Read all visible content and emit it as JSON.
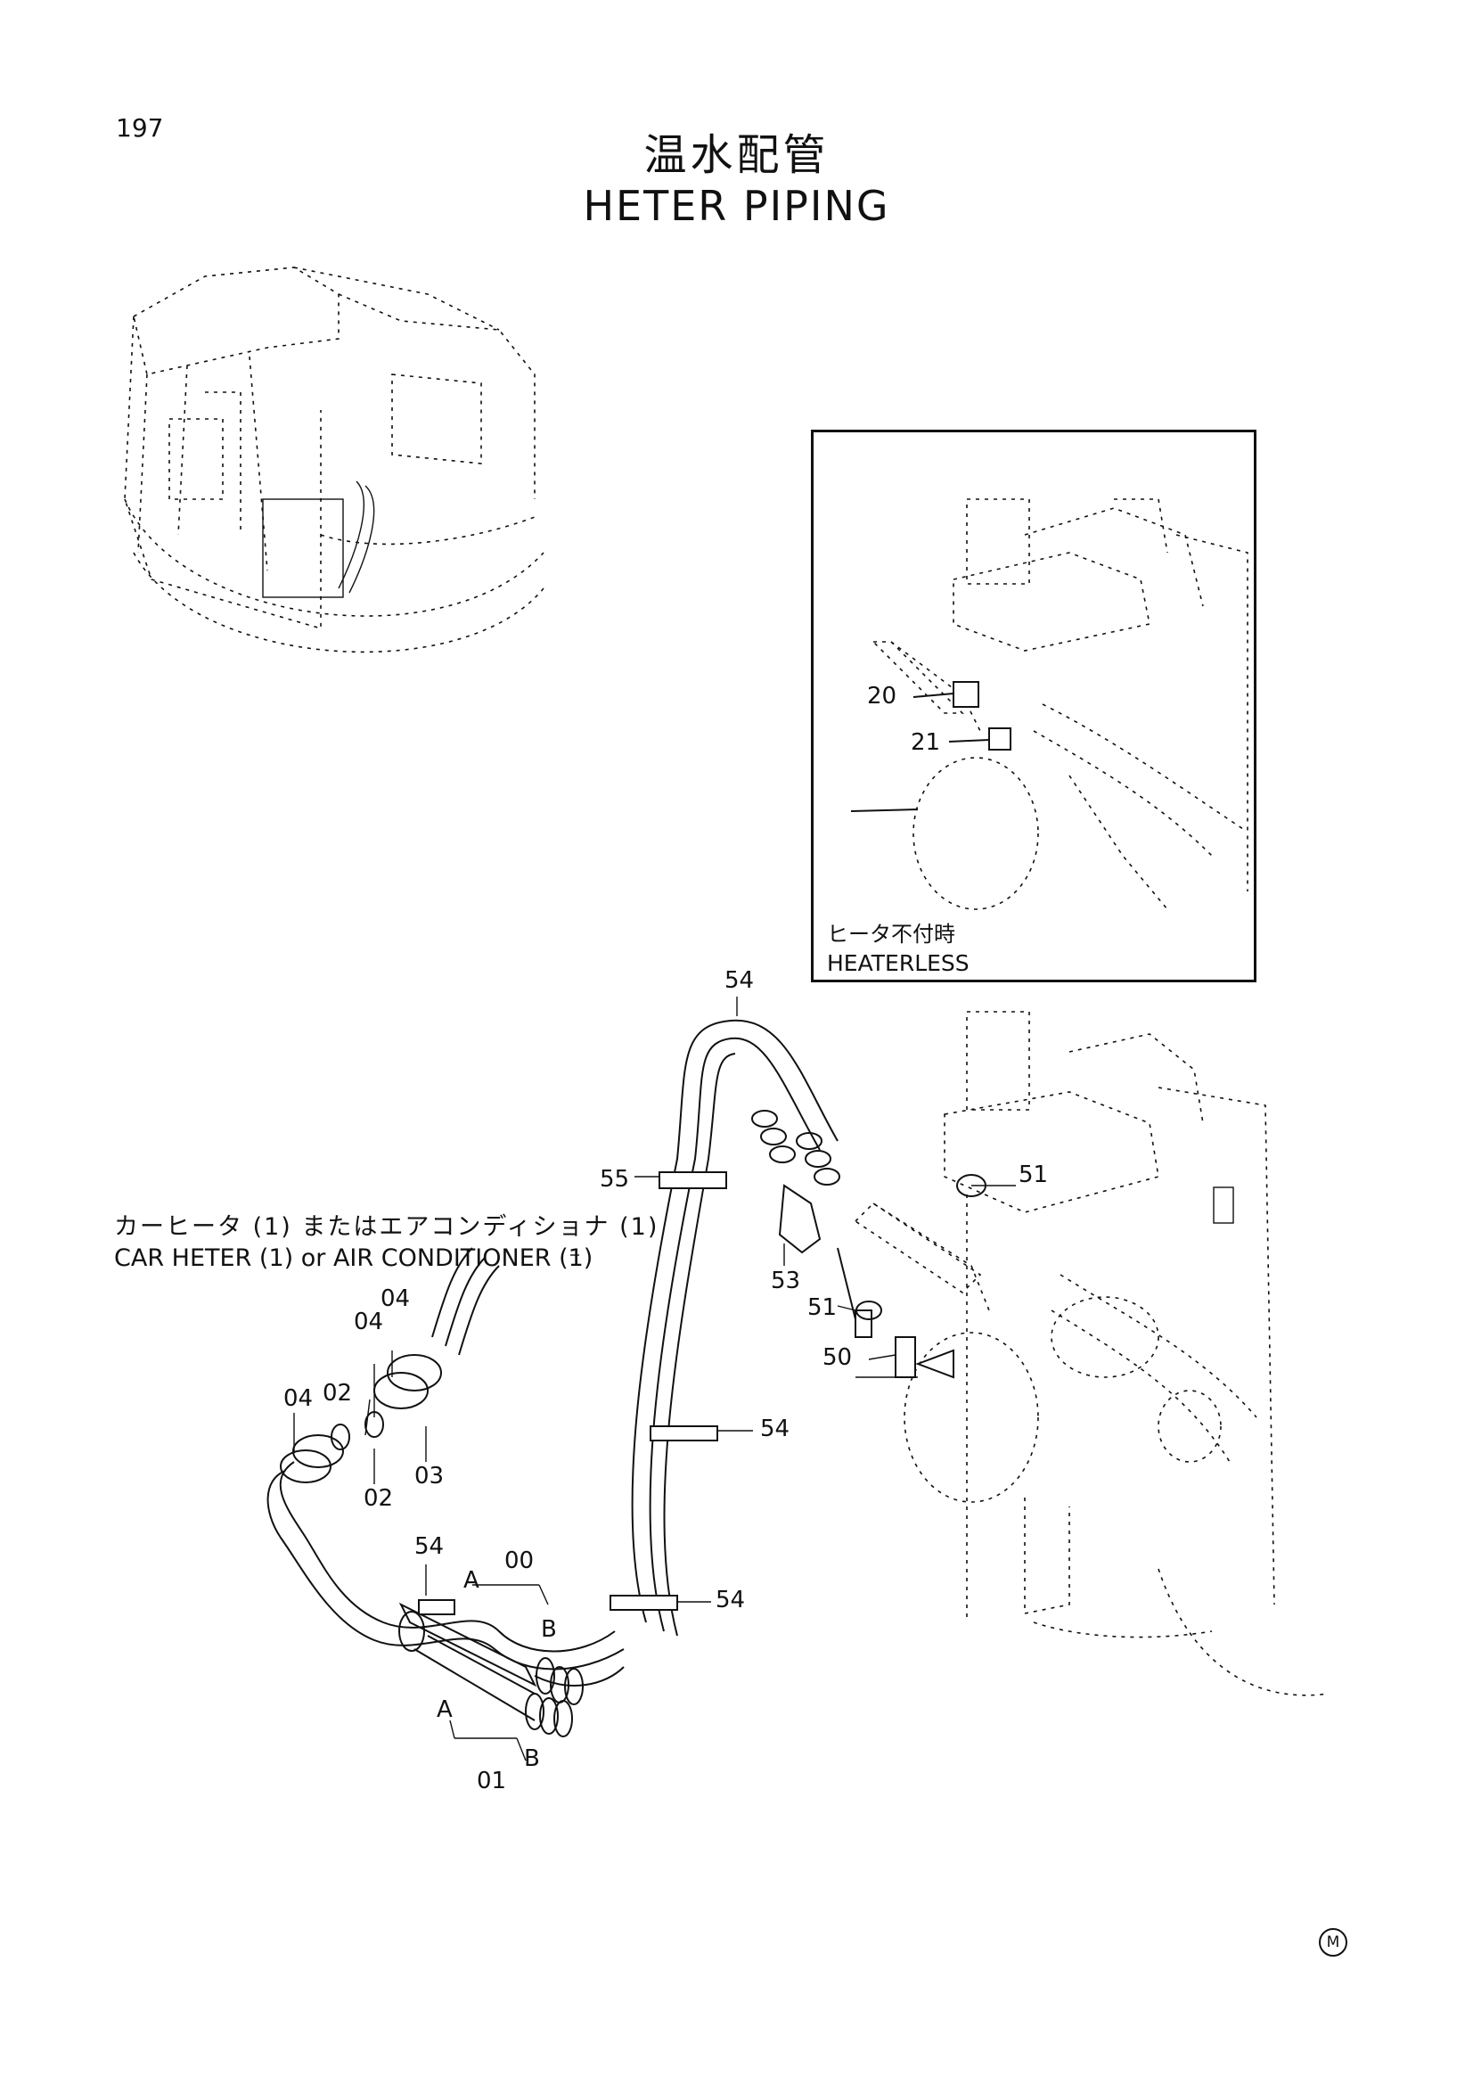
{
  "page": {
    "number": "197",
    "title_jp": "温水配管",
    "title_en": "HETER PIPING"
  },
  "inset": {
    "caption_jp": "ヒータ不付時",
    "caption_en": "HEATERLESS",
    "labels": [
      "20",
      "21"
    ]
  },
  "note": {
    "jp": "カーヒータ (1) またはエアコンディショナ (1)",
    "en": "CAR HETER (1) or AIR CONDITIONER (1)"
  },
  "callouts": {
    "c54_top": "54",
    "c55": "55",
    "c51_right": "51",
    "c53": "53",
    "c51_left": "51",
    "c50": "50",
    "c54_mid": "54",
    "c54_low": "54",
    "c54_left": "54",
    "c04_a": "04",
    "c04_b": "04",
    "c04_c": "04",
    "c02_a": "02",
    "c02_b": "02",
    "c03": "03",
    "c00": "00",
    "c01": "01",
    "cA_top": "A",
    "cB_top": "B",
    "cA_bot": "A",
    "cB_bot": "B"
  },
  "mark": "M"
}
